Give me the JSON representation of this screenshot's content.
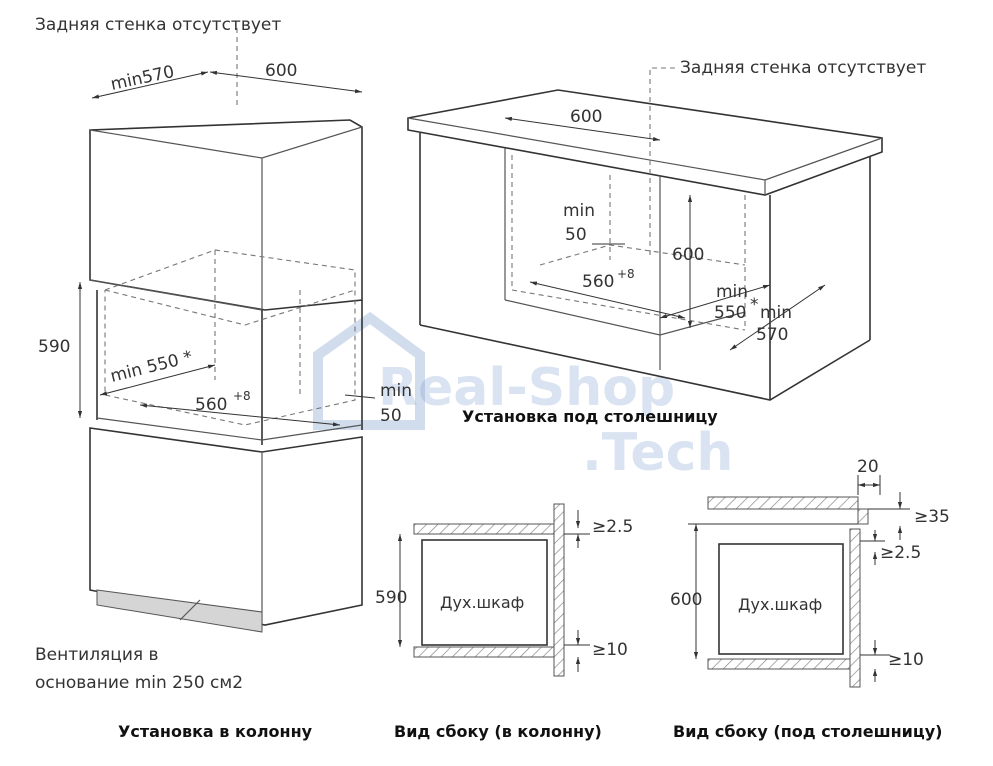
{
  "labels": {
    "back_wall_left": "Задняя стенка отсутствует",
    "back_wall_right": "Задняя стенка отсутствует",
    "ventilation": "Вентиляция в\nоснование min 250 см2",
    "undercounter_title": "Установка под столешницу",
    "oven_left": "Дух.шкаф",
    "oven_right": "Дух.шкаф"
  },
  "column": {
    "dim_depth": "min570",
    "dim_width": "600",
    "dim_height": "590",
    "dim_niche_depth": "min 550 *",
    "dim_niche_width": "560",
    "dim_niche_width_tol": "+8",
    "dim_min": "min",
    "dim_50": "50"
  },
  "undercounter": {
    "dim_width": "600",
    "dim_min50_a": "min",
    "dim_min50_b": "50",
    "dim_height": "600",
    "dim_niche_width": "560",
    "dim_niche_width_tol": "+8",
    "dim_min550_a": "min",
    "dim_min550_b": "550",
    "dim_star": "*",
    "dim_min570_a": "min",
    "dim_min570_b": "570"
  },
  "side_column": {
    "gap_top": "≥2.5",
    "height": "590",
    "gap_bottom": "≥10"
  },
  "side_counter": {
    "top_20": "20",
    "gap_35": "≥35",
    "gap_top": "≥2.5",
    "height": "600",
    "gap_bottom": "≥10"
  },
  "captions": {
    "column": "Установка в колонну",
    "side_column": "Вид сбоку (в колонну)",
    "side_counter": "Вид сбоку (под столешницу)"
  },
  "watermark": {
    "line1": "Real-Shop",
    "line2": ".Tech"
  }
}
